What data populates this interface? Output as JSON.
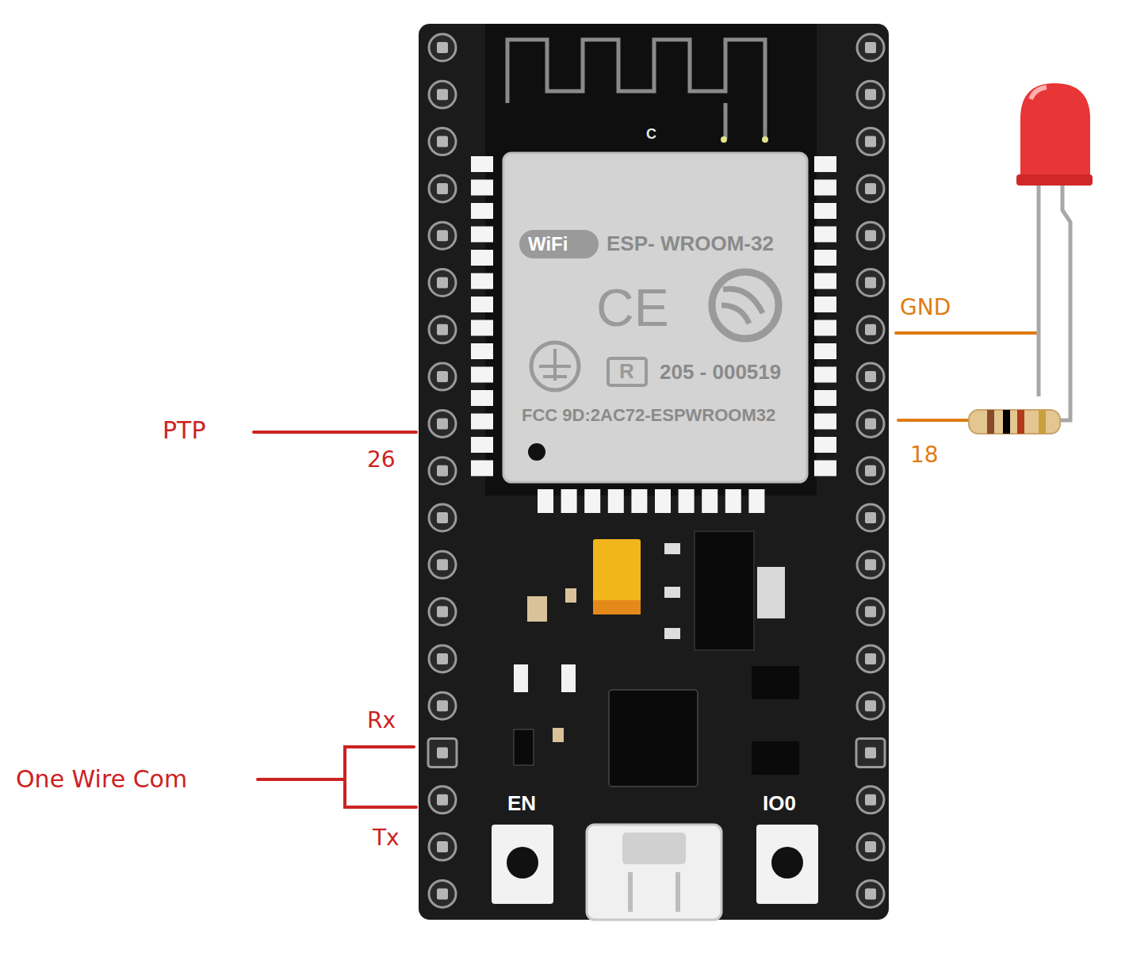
{
  "diagram": {
    "labels": [
      "C",
      "WiFi",
      "ESP- WROOM-32",
      "CE",
      "R",
      "205 - 000519",
      "FCC 9D:2AC72-ESPWROOM32",
      "EN",
      "IO0",
      "PTP",
      "26",
      "GND",
      "18",
      "Rx",
      "One Wire Com",
      "Tx"
    ]
  }
}
